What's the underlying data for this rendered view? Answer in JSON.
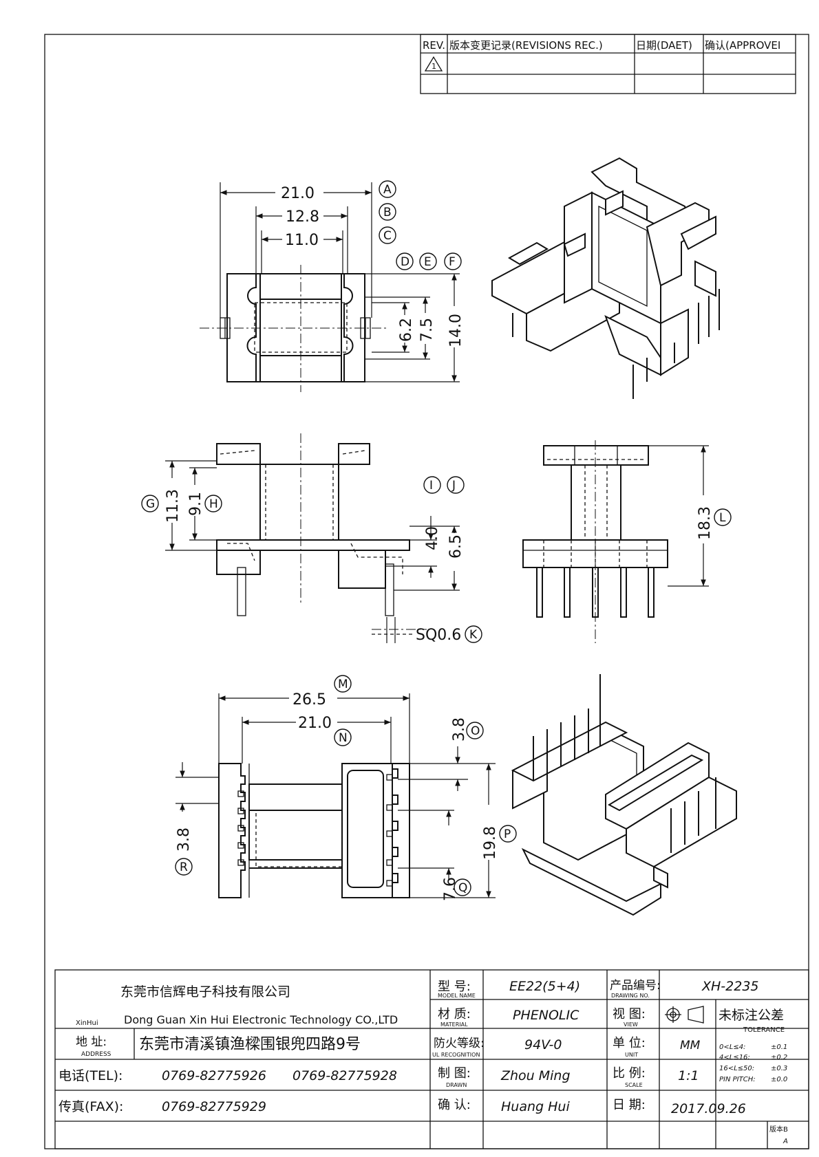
{
  "revisions": {
    "headers": {
      "rev": "REV.",
      "record": "版本变更记录(REVISIONS REC.)",
      "date": "日期(DAET)",
      "approve": "确认(APPROVEI"
    },
    "rows": [
      {
        "rev": "1",
        "record": "",
        "date": "",
        "approve": ""
      },
      {
        "rev": "",
        "record": "",
        "date": "",
        "approve": ""
      }
    ]
  },
  "top_view": {
    "dims": {
      "a": "21.0",
      "b": "12.8",
      "c": "11.0",
      "d": "6.2",
      "e": "7.5",
      "f": "14.0"
    },
    "labels": {
      "a": "A",
      "b": "B",
      "c": "C",
      "d": "D",
      "e": "E",
      "f": "F"
    }
  },
  "front_view": {
    "dims": {
      "g": "11.3",
      "h": "9.1",
      "i": "4.0",
      "j": "6.5",
      "k": "SQ0.6"
    },
    "labels": {
      "g": "G",
      "h": "H",
      "i": "I",
      "j": "J",
      "k": "K"
    }
  },
  "side_view": {
    "dims": {
      "l": "18.3"
    },
    "labels": {
      "l": "L"
    }
  },
  "bottom_view": {
    "dims": {
      "m": "26.5",
      "n": "21.0",
      "o": "3.8",
      "p": "19.8",
      "q": "7.6",
      "r": "3.8"
    },
    "labels": {
      "m": "M",
      "n": "N",
      "o": "O",
      "p": "P",
      "q": "Q",
      "r": "R"
    }
  },
  "title_block": {
    "company_cn": "东莞市信辉电子科技有限公司",
    "company_en": "Dong Guan Xin Hui Electronic Technology CO.,LTD",
    "logo_text": "XinHui",
    "address_label": "地  址:",
    "address_label_en": "ADDRESS",
    "address": "东莞市清溪镇渔樑围银兜四路9号",
    "tel_label": "电话(TEL):",
    "tel1": "0769-82775926",
    "tel2": "0769-82775928",
    "fax_label": "传真(FAX):",
    "fax": "0769-82775929",
    "model_label": "型  号:",
    "model_label_en": "MODEL NAME",
    "model": "EE22(5+4)",
    "material_label": "材  质:",
    "material_label_en": "MATERIAL",
    "material": "PHENOLIC",
    "fire_label": "防火等级:",
    "fire_label_en": "UL RECOGNITION",
    "fire": "94V-0",
    "drawn_label": "制  图:",
    "drawn_label_en": "DRAWN",
    "drawn": "Zhou Ming",
    "confirm_label": "确  认:",
    "confirm": "Huang Hui",
    "drawing_no_label": "产品编号:",
    "drawing_no_label_en": "DRAWING NO.",
    "drawing_no": "XH-2235",
    "view_label": "视  图:",
    "view_label_en": "VIEW",
    "unit_label": "单  位:",
    "unit_label_en": "UNIT",
    "unit": "MM",
    "scale_label": "比  例:",
    "scale_label_en": "SCALE",
    "scale": "1:1",
    "date_label": "日  期:",
    "date": "2017.09.26",
    "tolerance_title": "未标注公差",
    "tolerance_title_en": "TOLERANCE",
    "tolerances": [
      {
        "range": "0<L≤4:",
        "value": "±0.1"
      },
      {
        "range": "4<L≤16:",
        "value": "±0.2"
      },
      {
        "range": "16<L≤50:",
        "value": "±0.3"
      },
      {
        "range": "PIN PITCH:",
        "value": "±0.0"
      }
    ],
    "version_label": "版本B",
    "version": "A"
  }
}
